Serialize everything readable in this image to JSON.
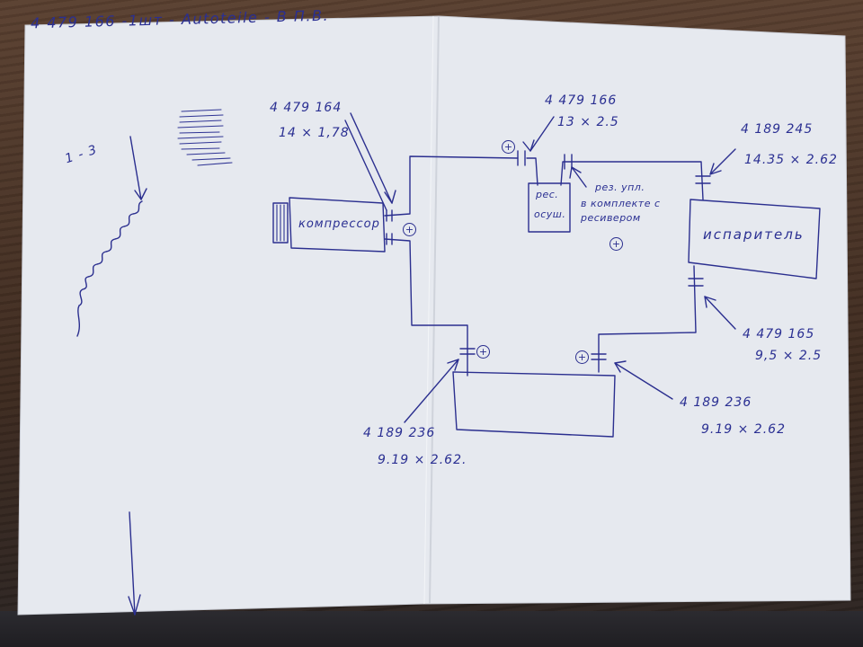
{
  "header_note": "4 479 166 -1шт - Autoteile - B П.В.",
  "scribble_label": "1 - 3",
  "plus_sign": "+",
  "components": {
    "compressor": "компрессор",
    "receiver_dryer": [
      "рес.",
      "осуш."
    ],
    "evaporator": "испаритель",
    "condenser": ""
  },
  "parts": [
    {
      "part_no": "4 479 164",
      "size": "14 × 1,78"
    },
    {
      "part_no": "4 479 166",
      "size": "13 × 2.5"
    },
    {
      "part_no": "4 189 245",
      "size": "14.35 × 2.62"
    },
    {
      "part_no": "4 479 165",
      "size": "9,5 × 2.5"
    },
    {
      "part_no": "4 189 236",
      "size": "9.19 × 2.62"
    },
    {
      "part_no": "4 189 236",
      "size": "9.19 × 2.62."
    }
  ],
  "receiver_note": [
    "рез. упл.",
    "в комплекте с",
    "ресивером"
  ]
}
